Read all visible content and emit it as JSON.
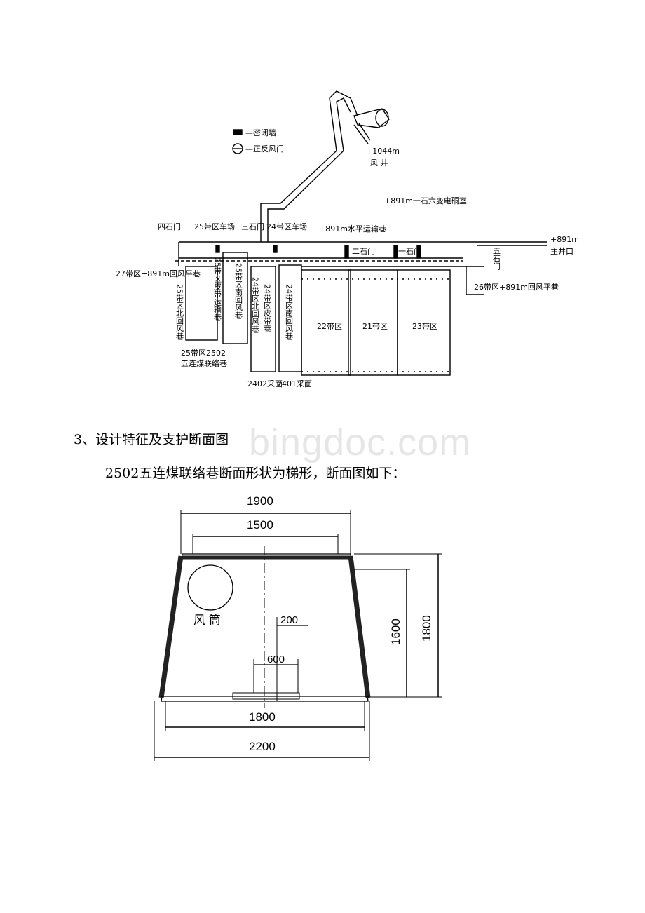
{
  "watermark": "bingdoc.com",
  "map": {
    "legend_seal": "—密闭墙",
    "legend_door": "—正反风门",
    "shaft_level": "+1044m",
    "shaft_name": "风 井",
    "substation": "+891m一石六变电硐室",
    "door4": "四石门",
    "yard25": "25带区车场",
    "door3": "三石门",
    "yard24": "24带区车场",
    "haulage891": "+891m水平运输巷",
    "door2": "二石门",
    "door1": "一石门",
    "main_level": "+891m",
    "main_shaft": "主井口",
    "door5": "五石门",
    "return27": "27带区+891m回风平巷",
    "return26": "26带区+891m回风平巷",
    "r25north": "25带区北回风巷",
    "r25belt": "25带区皮带运输巷",
    "r25south": "25带区南回风巷",
    "r24north": "24带区北回风巷",
    "r24belt": "24带区皮带巷",
    "r24south": "24带区南回风巷",
    "zone22": "22带区",
    "zone21": "21带区",
    "zone23": "23带区",
    "link2502_a": "25带区2502",
    "link2502_b": "五连煤联络巷",
    "face2402": "2402采面",
    "face2401": "2401采面"
  },
  "text": {
    "heading": "3、设计特征及支护断面图",
    "paragraph": "2502五连煤联络巷断面形状为梯形，断面图如下："
  },
  "section": {
    "top_outer": "1900",
    "top_inner": "1500",
    "duct": "风 筒",
    "rail_offset": "200",
    "track_gauge": "600",
    "bottom_inner": "1800",
    "bottom_outer": "2200",
    "height_inner": "1600",
    "height_outer": "1800"
  }
}
